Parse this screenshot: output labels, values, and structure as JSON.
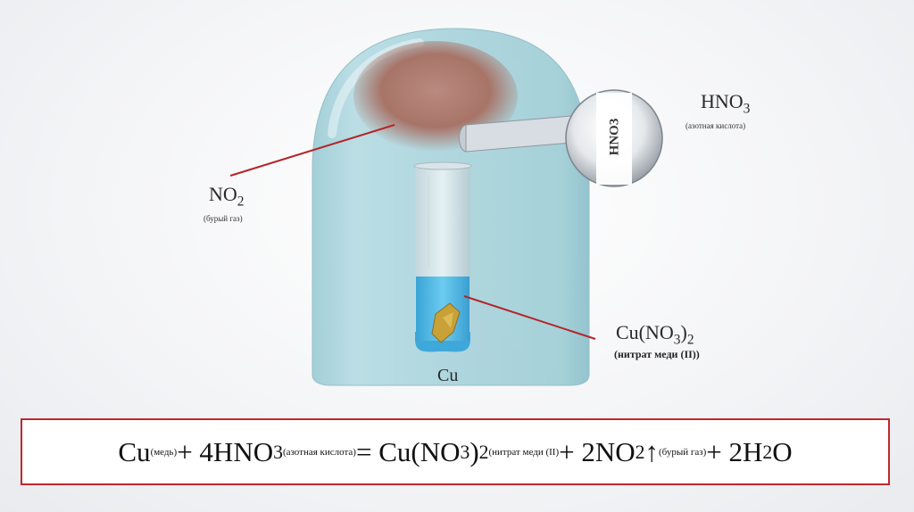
{
  "labels": {
    "hno3_formula_base": "HNO",
    "hno3_formula_sub": "3",
    "hno3_note": "(азотная кислота)",
    "flask_text": "HNO3",
    "no2_formula_base": "NO",
    "no2_formula_sub": "2",
    "no2_note": "(бурый газ)",
    "cuno3_base": "Cu(NO",
    "cuno3_sub1": "3",
    "cuno3_close": ")",
    "cuno3_sub2": "2",
    "cuno3_note": "(нитрат меди (II))",
    "cu_label": "Cu"
  },
  "equation": {
    "cu": "Cu",
    "cu_note": "(медь)",
    "plus1": "+ 4HNO",
    "sub3a": "3",
    "hno3_note": "(азотная кислота)",
    "equals": "= Cu(NO",
    "sub3b": "3",
    "close": ")",
    "sub2a": "2",
    "cuno3_note": "(нитрат меди (II)",
    "plus2": "+ 2NO",
    "sub2b": "2",
    "arrow": "↑",
    "no2_note": "(бурый газ)",
    "plus3": "+ 2H",
    "sub2c": "2",
    "o": "O"
  },
  "colors": {
    "bell_jar": "#a9d4dc",
    "liquid": "#4fb6e0",
    "gas_cloud": "#a77468",
    "leader_line": "#b3262a",
    "border": "#c0272d"
  }
}
